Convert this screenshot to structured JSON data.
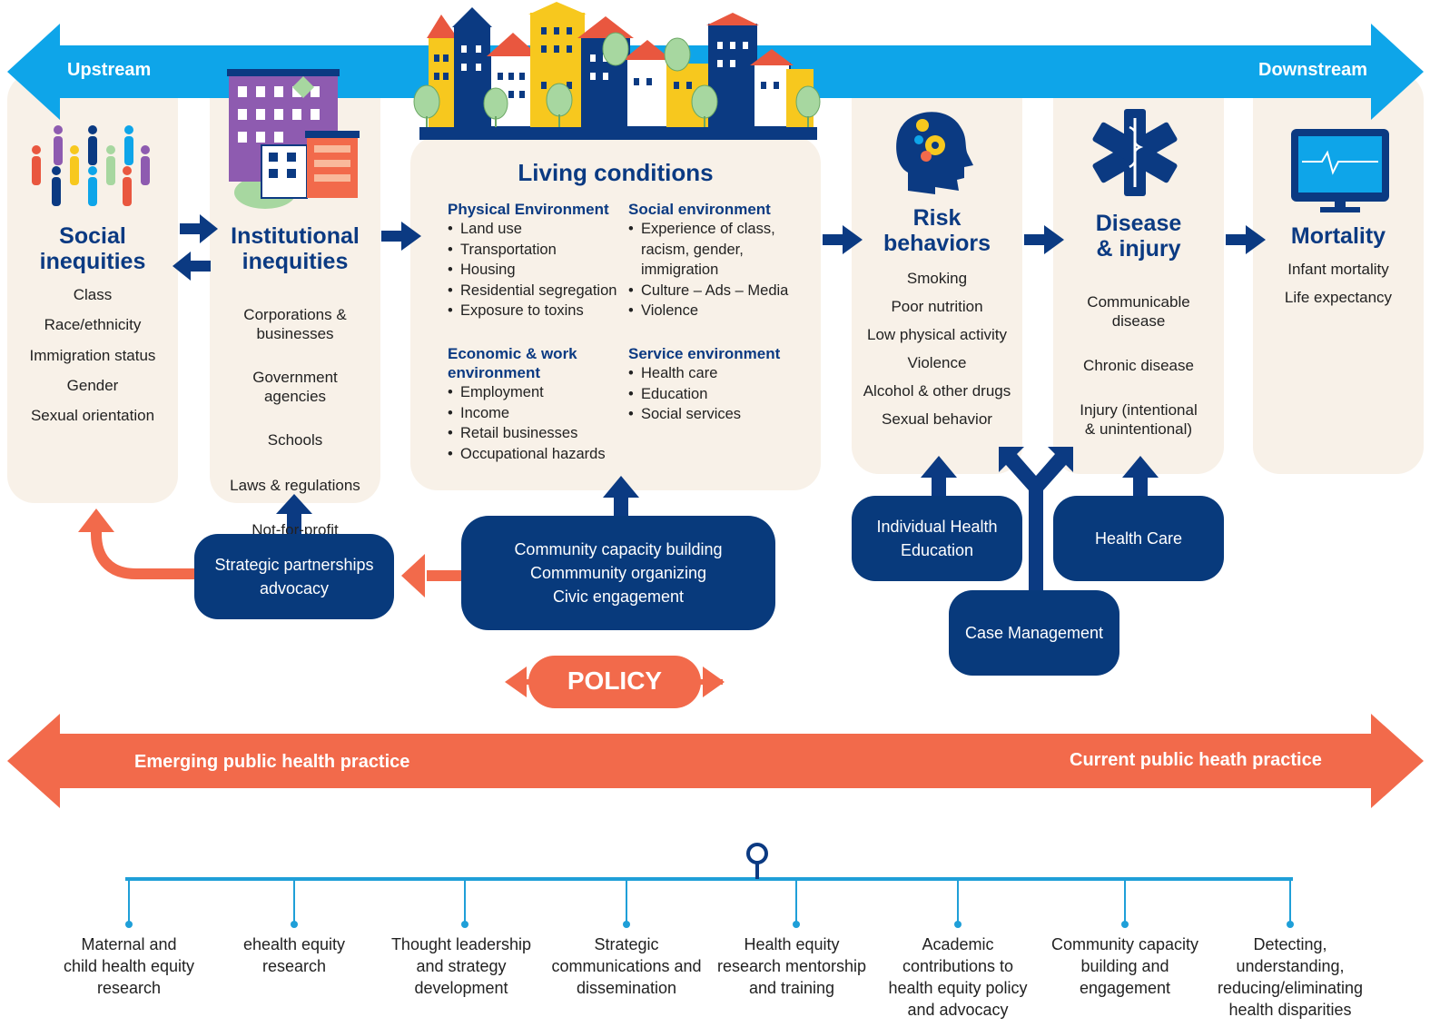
{
  "arrows": {
    "upstream_label": "Upstream",
    "downstream_label": "Downstream",
    "emerging_label": "Emerging public health practice",
    "current_label": "Current public heath practice"
  },
  "colors": {
    "navy": "#083a7c",
    "sky_blue": "#0ea5e9",
    "orange": "#f26a4b",
    "panel_beige": "#f8f1e8",
    "timeline_blue": "#1f9fd8"
  },
  "columns": {
    "social": {
      "title_line1": "Social",
      "title_line2": "inequities",
      "items": [
        "Class",
        "Race/ethnicity",
        "Immigration status",
        "Gender",
        "Sexual orientation"
      ],
      "icon": "people-group-icon"
    },
    "institutional": {
      "title_line1": "Institutional",
      "title_line2": "inequities",
      "items": [
        "Corporations &\nbusinesses",
        "Government\nagencies",
        "Schools",
        "Laws & regulations",
        "Not-for-profit\norganizations"
      ],
      "icon": "buildings-icon"
    },
    "living": {
      "title": "Living conditions",
      "physical": {
        "heading": "Physical Environment",
        "items": [
          "Land use",
          "Transportation",
          "Housing",
          "Residential segregation",
          "Exposure to toxins"
        ]
      },
      "social": {
        "heading": "Social environment",
        "items": [
          "Experience of class,",
          "racism, gender,",
          "immigration",
          "Culture – Ads – Media",
          "Violence"
        ]
      },
      "economic": {
        "heading_line1": "Economic & work",
        "heading_line2": "environment",
        "items": [
          "Employment",
          "Income",
          "Retail businesses",
          "Occupational hazards"
        ]
      },
      "service": {
        "heading": "Service environment",
        "items": [
          "Health care",
          "Education",
          "Social services"
        ]
      },
      "icon": "city-skyline-icon"
    },
    "risk": {
      "title_line1": "Risk",
      "title_line2": "behaviors",
      "items": [
        "Smoking",
        "Poor nutrition",
        "Low physical activity",
        "Violence",
        "Alcohol & other drugs",
        "Sexual behavior"
      ],
      "icon": "head-gears-icon"
    },
    "disease": {
      "title_line1": "Disease",
      "title_line2": "& injury",
      "items": [
        "Communicable\ndisease",
        "Chronic disease",
        "Injury (intentional\n& unintentional)"
      ],
      "icon": "star-of-life-icon"
    },
    "mortality": {
      "title": "Mortality",
      "items": [
        "Infant mortality",
        "Life expectancy"
      ],
      "icon": "heart-monitor-icon"
    }
  },
  "interventions": {
    "strategic": "Strategic partnerships\nadvocacy",
    "community": "Community capacity building\nCommmunity organizing\nCivic engagement",
    "health_education": "Individual Health\nEducation",
    "health_care": "Health Care",
    "case_management": "Case Management",
    "policy": "POLICY"
  },
  "timeline": {
    "items": [
      "Maternal and\nchild health equity\nresearch",
      "ehealth equity\nresearch",
      "Thought leadership\nand strategy\ndevelopment",
      "Strategic\ncommunications and\ndissemination",
      "Health equity\nresearch mentorship\nand training",
      "Academic\ncontributions to\nhealth equity policy\nand advocacy",
      "Community capacity\nbuilding and\nengagement",
      "Detecting,\nunderstanding,\nreducing/eliminating\nhealth disparities"
    ],
    "marker_icon": "location-pin-icon"
  }
}
